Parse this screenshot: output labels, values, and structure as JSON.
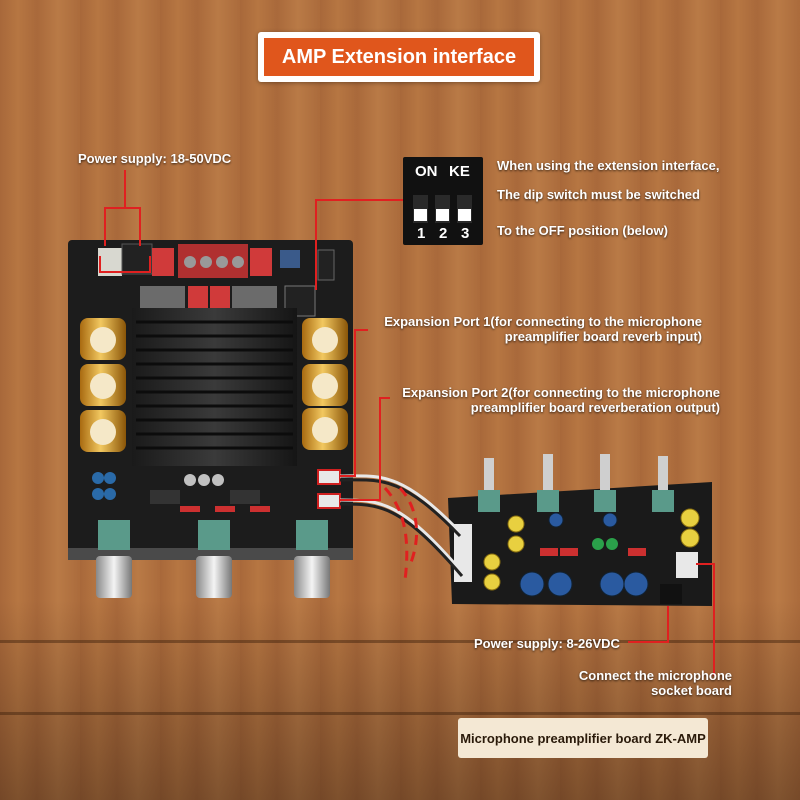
{
  "title": "AMP Extension interface",
  "labels": {
    "power_main": "Power supply: 18-50VDC",
    "dip_line1": "When using the extension interface,",
    "dip_line2": "The dip switch must be switched",
    "dip_line3": "To the OFF position (below)",
    "port1_line1": "Expansion Port 1(for connecting to the microphone",
    "port1_line2": "preamplifier board reverb input)",
    "port2_line1": "Expansion Port 2(for connecting to the microphone",
    "port2_line2": "preamplifier board reverberation output)",
    "power_preamp": "Power supply: 8-26VDC",
    "mic_socket_line1": "Connect the microphone",
    "mic_socket_line2": "socket board",
    "bottom_caption": "Microphone preamplifier board ZK-AMP"
  },
  "dip_switch": {
    "on_label": "ON",
    "brand_label": "KE",
    "positions": [
      "1",
      "2",
      "3"
    ]
  },
  "colors": {
    "title_bg": "#e0561c",
    "callout_line": "#e02020",
    "wood": "#b0703f"
  }
}
